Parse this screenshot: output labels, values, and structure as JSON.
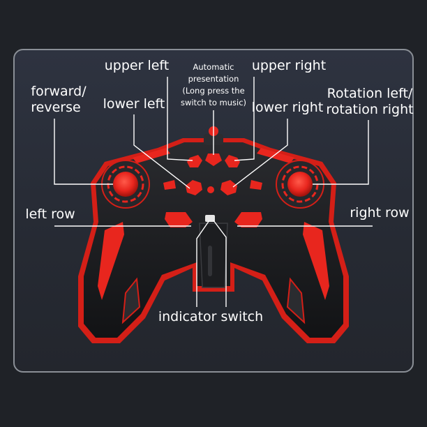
{
  "labels": {
    "upper_left": "upper left",
    "automatic_presentation": [
      "Automatic",
      "presentation",
      "(Long press the",
      "switch to music)"
    ],
    "upper_right": "upper right",
    "forward_reverse": [
      "forward/",
      "reverse"
    ],
    "lower_left": "lower left",
    "lower_right": "lower right",
    "rotation": [
      "Rotation left/",
      "rotation right"
    ],
    "left_row": "left row",
    "right_row": "right row",
    "indicator_switch": "indicator switch"
  },
  "colors": {
    "background": "#1f2227",
    "panel": "#2a2e37",
    "controller_body": "#16171a",
    "accent_red": "#e8261e",
    "text": "#ffffff"
  }
}
